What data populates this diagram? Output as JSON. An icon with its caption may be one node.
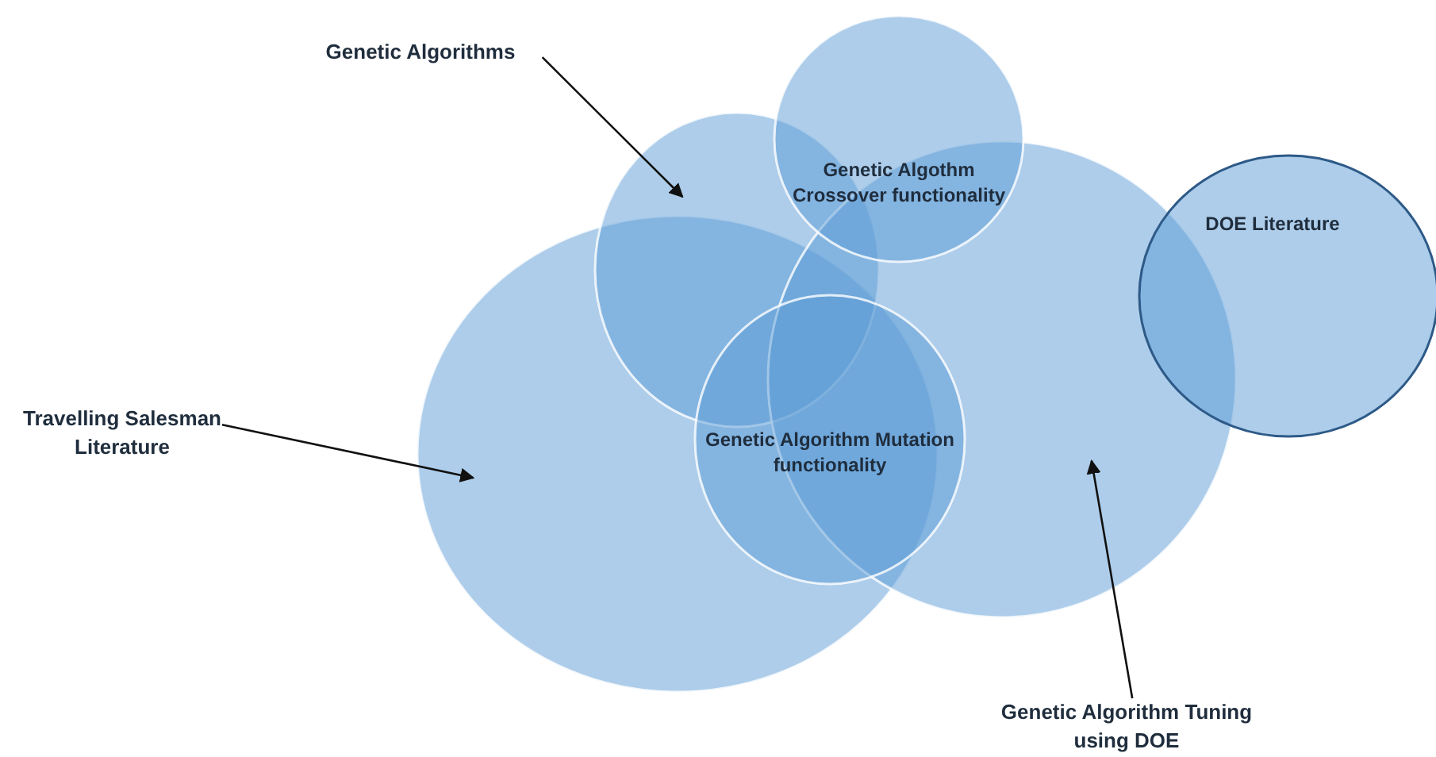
{
  "diagram": {
    "nodes": [
      {
        "text": [
          "Genetic Algorithms"
        ]
      },
      {
        "text": [],
        "shape": "circle"
      },
      {
        "text": [
          "Genetic Algothm Crossover functionality"
        ]
      },
      {
        "text": [
          "DOE Literature"
        ]
      },
      {
        "text": [
          "Travelling Salesman Literature"
        ]
      },
      {
        "text": [],
        "shape": "circle"
      },
      {
        "text": [
          "Genetic Algorithm Mutation functionality"
        ]
      },
      {
        "text": [],
        "shape": "circle"
      },
      {
        "text": [
          "Genetic Algorithm Tuning using DOE"
        ]
      }
    ],
    "edges": [
      {
        "from": 0,
        "to": 1,
        "arrow": "to"
      },
      {
        "from": 4,
        "to": 5,
        "arrow": "to"
      },
      {
        "from": 8,
        "to": 7,
        "arrow": "to"
      }
    ]
  }
}
